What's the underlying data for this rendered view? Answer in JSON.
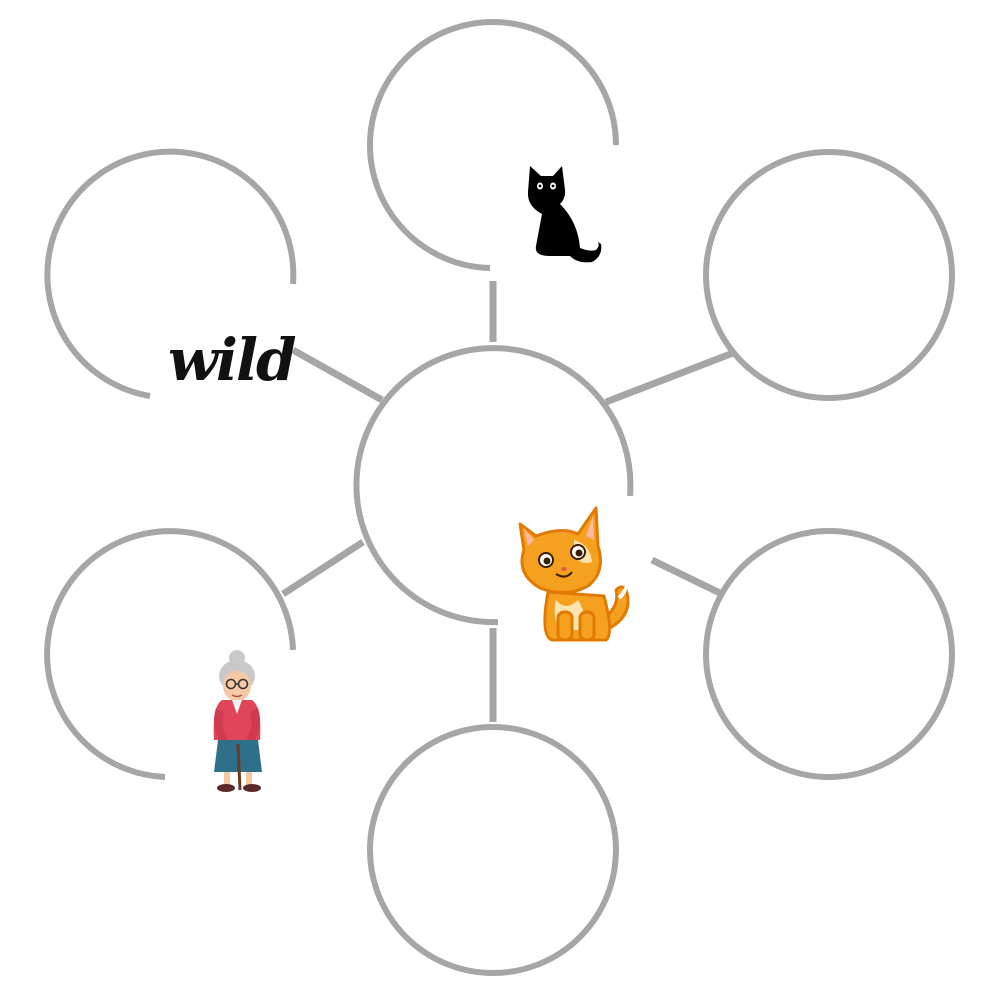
{
  "diagram": {
    "type": "bubble-map",
    "line_color": "#a6a6a6",
    "center": {},
    "bubbles": [
      {
        "position": "top",
        "content": "black-cat-picture"
      },
      {
        "position": "top-right",
        "content": ""
      },
      {
        "position": "bottom-right",
        "content": ""
      },
      {
        "position": "bottom",
        "content": ""
      },
      {
        "position": "bottom-left",
        "content": "grandmother-picture"
      },
      {
        "position": "top-left",
        "content": "word-picture"
      }
    ],
    "center_picture": "orange-kitten-picture"
  },
  "pictures": {
    "word": {
      "text": "wild"
    }
  }
}
